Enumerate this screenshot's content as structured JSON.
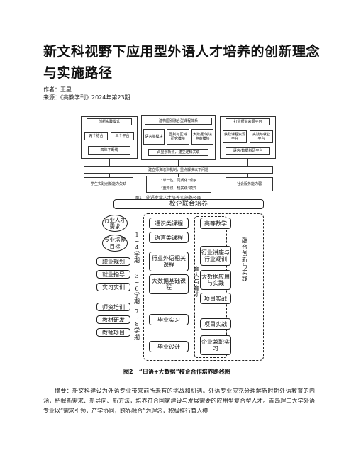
{
  "article": {
    "title": "新文科视野下应用型外语人才培养的创新理念与实施路径",
    "author": "作者：王星",
    "source": "来源：《高教学刊》2024年第23期"
  },
  "figure1": {
    "caption": "图1　外语专业人才培养实施路径图",
    "left_header": "创新实践模式",
    "left_items": [
      "两个结合",
      "三个平台",
      "四年不断线"
    ],
    "mid_header": "建构国别融合型课程体系",
    "mid_items": [
      "语言类模块",
      "国别与区域研究模块",
      "大数据/跨境电商模块"
    ],
    "mid_footer": "凸显创新点，建立逻辑关联",
    "right_header": "打造师资来源平台",
    "right_items": [
      "获取课程资源平台",
      "实践与就业平台"
    ],
    "right_footer": "语言/数据科研平台",
    "bar": "建立师资培训机制，重点解决以下问题",
    "bottom_left": "学生实践创新能力欠缺",
    "bottom_mid_1": "“单一性、同质化”现象",
    "bottom_mid_2": "“重知识，轻实践”模式",
    "bottom_right": "社会服务能力弱"
  },
  "figure2": {
    "caption": "图2　“日语+大数据”校企合作培养路线图",
    "top": "校企联合培养",
    "left_ovals": [
      "行业人才需求",
      "专业培养目标"
    ],
    "left_boxes": [
      "职业规划",
      "就业指导",
      "实习实训",
      "师资培训",
      "教材研发",
      "教师项目"
    ],
    "stage1": "1~4学期",
    "stage2": "3~6学期",
    "stage3": "7~8学期",
    "mid_col": [
      "通识类课程",
      "语言类课程",
      "行业外语相关课程",
      "大数据基础课程",
      "毕业实习",
      "毕业设计"
    ],
    "right_col": [
      "高等数学",
      "行业讲座与行业观训",
      "大数据应用与实践",
      "项目实战",
      "项目实战",
      "企业兼职实习"
    ],
    "v_label_1": "育人与育才",
    "v_label_2": "融合创新与实践"
  },
  "abstract": "摘要：新文科建设为外语专业带来前所未有的挑战和机遇。外语专业应充分理解新时期外语教育的内涵，把握新需求、新导向、新方法，培养符合国家建设与发展需要的应用型复合型人才。青岛理工大学外语专业以“需求引领，产学协同，跨界融合”为理念，积极推行育人模"
}
